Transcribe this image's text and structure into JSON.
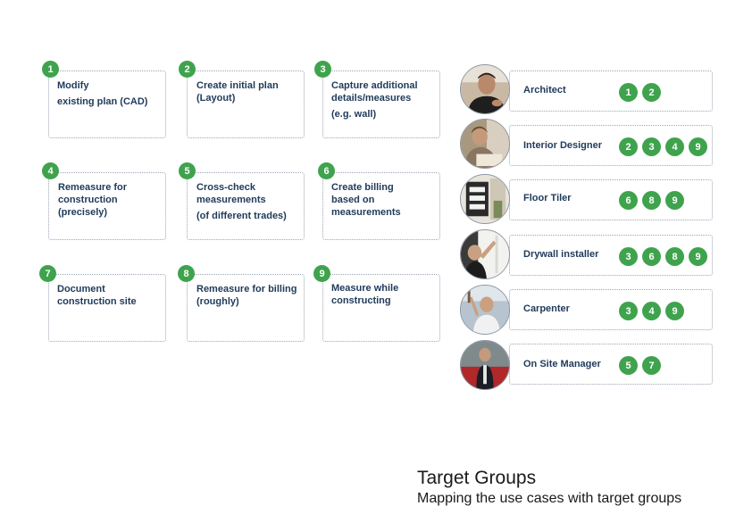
{
  "use_cases": [
    {
      "number": "1",
      "lines": [
        "Modify",
        "existing plan (CAD)"
      ]
    },
    {
      "number": "2",
      "lines": [
        "Create initial plan",
        "(Layout)"
      ]
    },
    {
      "number": "3",
      "lines": [
        "Capture additional",
        "details/measures",
        "(e.g. wall)"
      ]
    },
    {
      "number": "4",
      "lines": [
        "Remeasure for",
        "construction",
        "(precisely)"
      ]
    },
    {
      "number": "5",
      "lines": [
        "Cross-check",
        "measurements",
        "(of different trades)"
      ]
    },
    {
      "number": "6",
      "lines": [
        "Create billing",
        "based on",
        "measurements"
      ]
    },
    {
      "number": "7",
      "lines": [
        "Document",
        "construction site"
      ]
    },
    {
      "number": "8",
      "lines": [
        "Remeasure for billing",
        "(roughly)"
      ]
    },
    {
      "number": "9",
      "lines": [
        "Measure while",
        "constructing"
      ]
    }
  ],
  "target_groups": [
    {
      "role": "Architect",
      "use_cases": [
        "1",
        "2"
      ],
      "photo": "architect-photo"
    },
    {
      "role": "Interior Designer",
      "use_cases": [
        "2",
        "3",
        "4",
        "9"
      ],
      "photo": "interior-designer-photo"
    },
    {
      "role": "Floor Tiler",
      "use_cases": [
        "6",
        "8",
        "9"
      ],
      "photo": "floor-tiler-photo"
    },
    {
      "role": "Drywall installer",
      "use_cases": [
        "3",
        "6",
        "8",
        "9"
      ],
      "photo": "drywall-installer-photo"
    },
    {
      "role": "Carpenter",
      "use_cases": [
        "3",
        "4",
        "9"
      ],
      "photo": "carpenter-photo"
    },
    {
      "role": "On Site Manager",
      "use_cases": [
        "5",
        "7"
      ],
      "photo": "site-manager-photo"
    }
  ],
  "footer": {
    "title": "Target Groups",
    "subtitle": "Mapping the use cases with target groups"
  },
  "colors": {
    "badge": "#3fa34d",
    "text": "#1f3a5a",
    "border": "#9aa6b4"
  }
}
